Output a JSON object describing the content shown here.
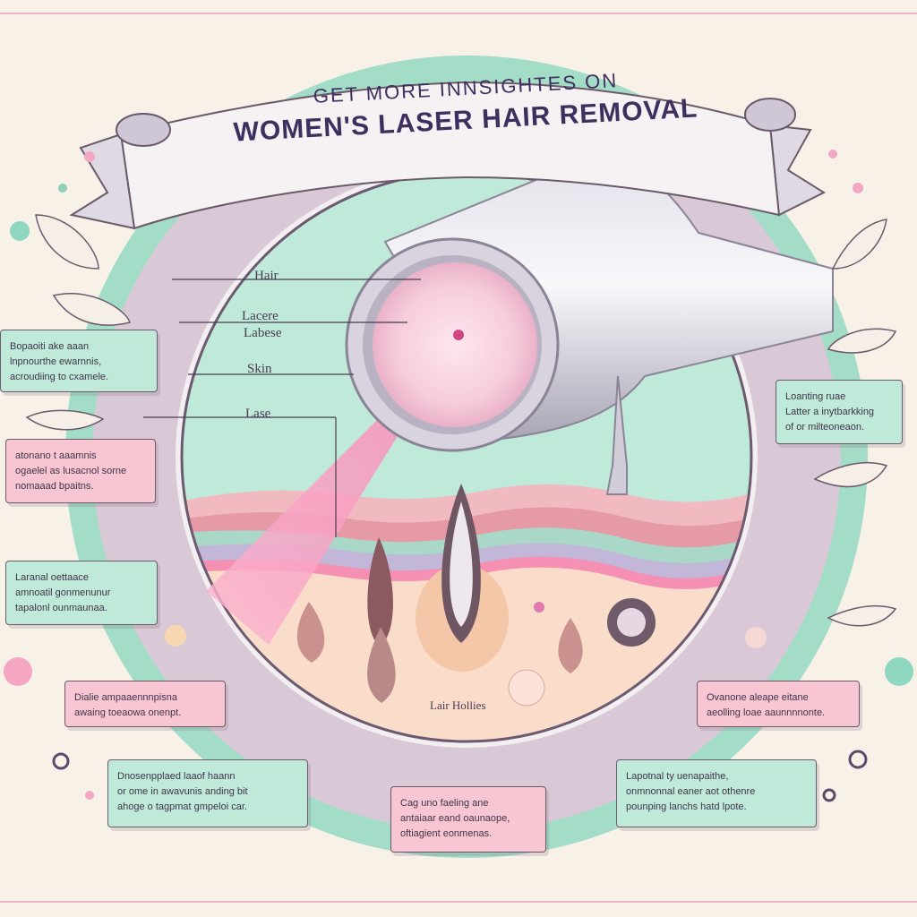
{
  "banner": {
    "line1": "GET MORE INNSIGHTES ON",
    "line2": "WOMEN'S LASER HAIR REMOVAL"
  },
  "diagram_labels": {
    "hair": "Hair",
    "lacere": "Lacere",
    "labese": "Labese",
    "skin": "Skin",
    "lase": "Lase",
    "follicles": "Lair Hollies"
  },
  "notes": {
    "left_1": [
      "Bopaoiti ake aaan",
      "lnpnourthe ewarnnis,",
      "acroudiing to cxamele."
    ],
    "left_2": [
      "atonano t aaamnis",
      "ogaelel as lusacnol sorne",
      "nomaaad bpaitns."
    ],
    "left_3": [
      "Laranal oettaace",
      "amnoatil gonmenunur",
      "tapalonl ounmaunaa."
    ],
    "left_4": [
      "Dialie ampaaennnpisna",
      "awaing toeaowa onenpt."
    ],
    "bottom_left": [
      "Dnosenpplaed laaof haann",
      "or ome in awavunis anding bit",
      "ahoge o tagpmat gmpeloi car."
    ],
    "bottom_center": [
      "Cag uno faeling ane",
      "antaiaar eand oaunaope,",
      "oftiagient eonmenas."
    ],
    "bottom_right": [
      "Lapotnal ty uenapaithe,",
      "onmnonnal eaner aot othenre",
      "pounping lanchs hatd lpote."
    ],
    "right_1": [
      "Loanting ruae",
      "Latter a inytbarkking",
      "of or milteoneaon."
    ],
    "right_2": [
      "Ovanone aleape eitane",
      "aeolling loae aaunnnnonte."
    ]
  },
  "colors": {
    "background": "#f7f1e8",
    "mint_panel": "#bfe9d8",
    "pink_panel": "#f7c6d2",
    "ring": "#9fdcc4",
    "laser": "#f78ab6"
  }
}
